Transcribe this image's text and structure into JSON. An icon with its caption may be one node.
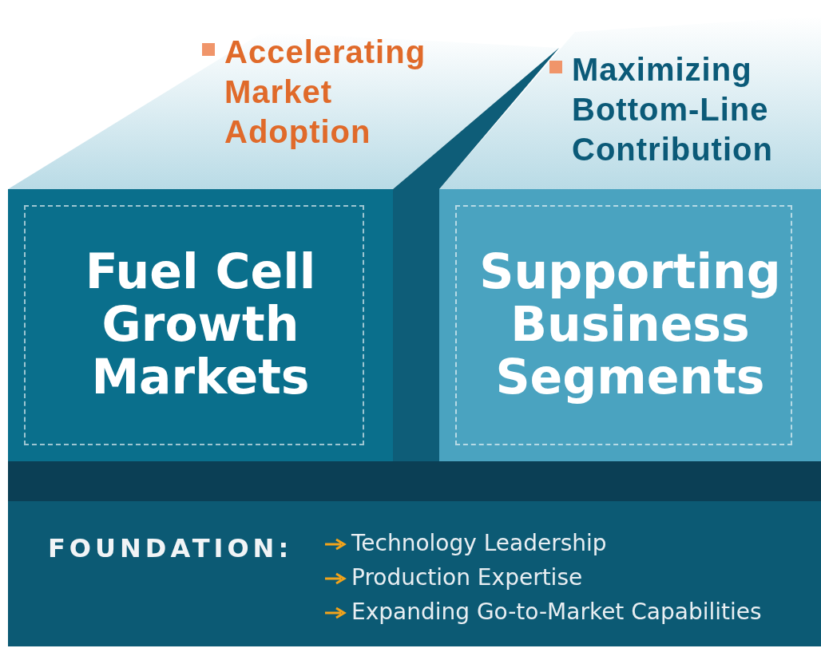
{
  "diagram": {
    "nodes": [
      {
        "text": [
          "Fuel Cell Growth Markets"
        ],
        "beside": [
          "Accelerating Market Adoption"
        ]
      },
      {
        "text": [
          "Supporting Business Segments"
        ],
        "beside": [
          "Maximizing Bottom-Line Contribution"
        ]
      },
      {
        "text": [
          "FOUNDATION:",
          "Technology Leadership",
          "Production Expertise",
          "Expanding Go-to-Market Capabilities"
        ]
      }
    ],
    "edges": []
  }
}
